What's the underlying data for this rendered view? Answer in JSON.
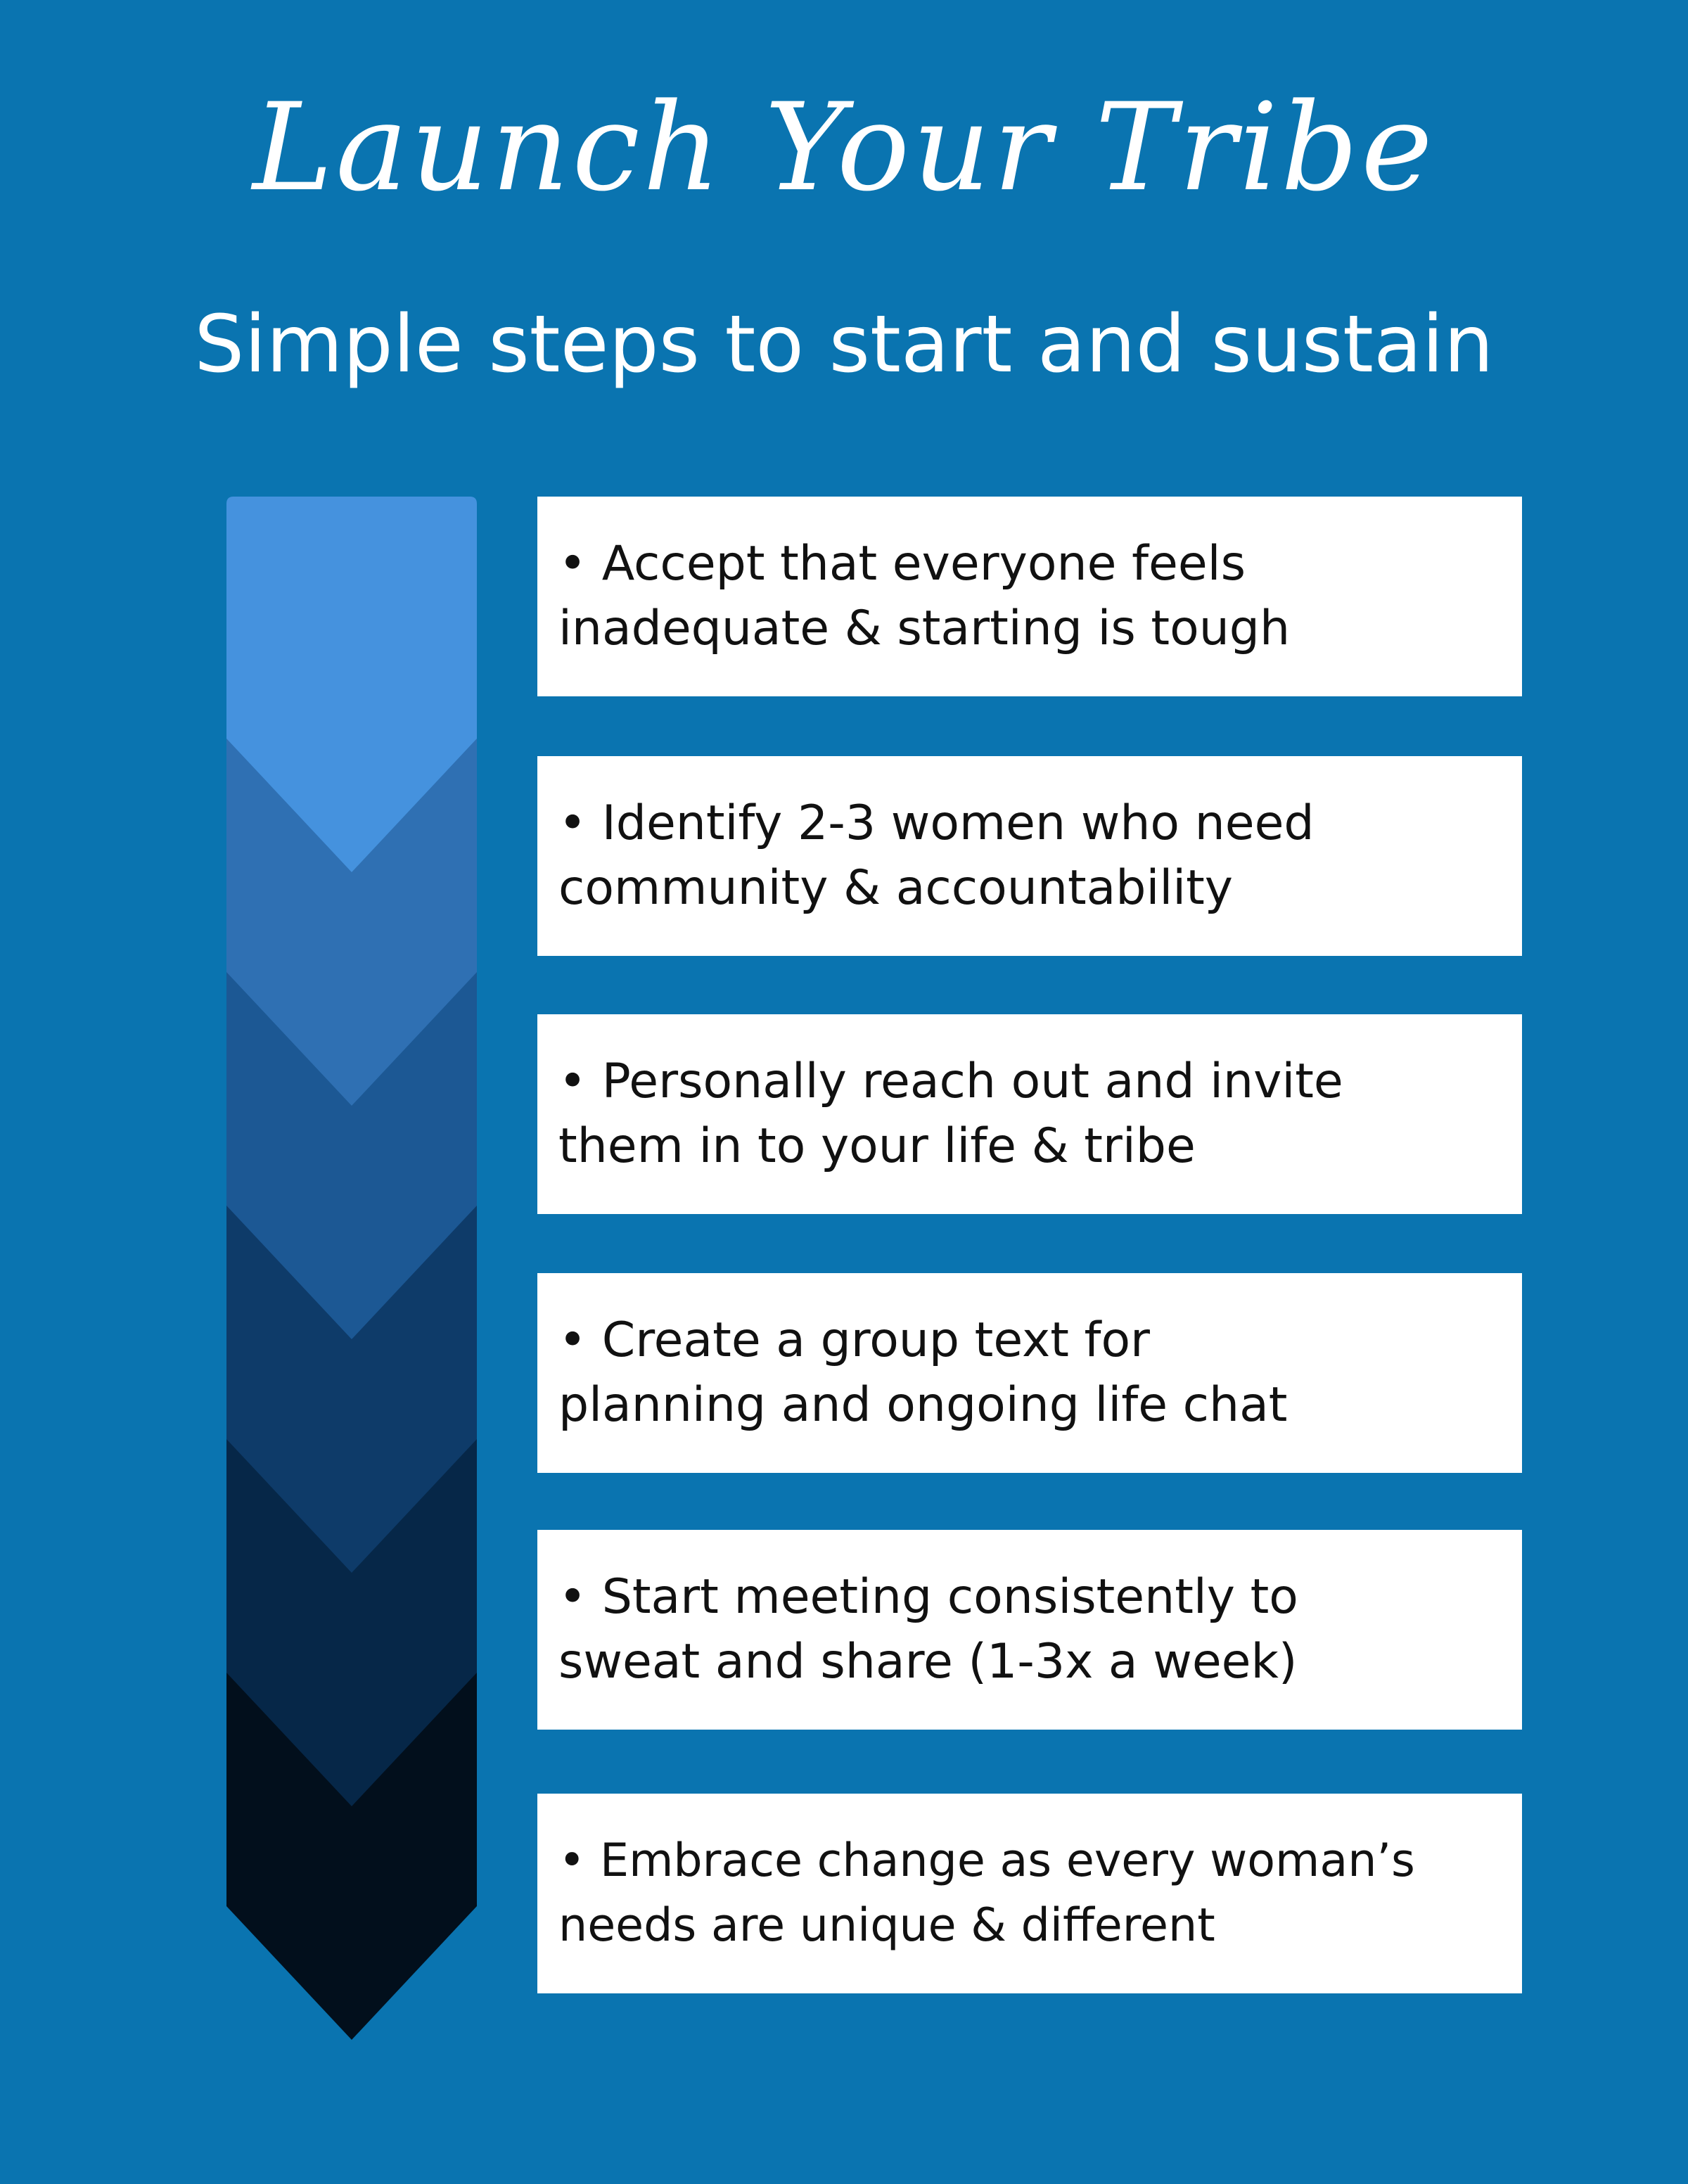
{
  "title": "Launch Your Tribe",
  "subtitle": "Simple steps to start and sustain",
  "arrow_colors": [
    "#4592de",
    "#2f70b3",
    "#1c5894",
    "#0e3b69",
    "#062748",
    "#020f1c"
  ],
  "steps": [
    {
      "text": "• Accept that everyone feels\ninadequate & starting is tough"
    },
    {
      "text": "• Identify 2-3 women who need\ncommunity & accountability"
    },
    {
      "text": "• Personally reach out and invite\nthem in to your life & tribe"
    },
    {
      "text": "• Create a group text for\nplanning and ongoing life chat"
    },
    {
      "text": "• Start meeting consistently to\nsweat and share (1-3x a week)"
    },
    {
      "text": "• Embrace change as every woman’s\nneeds are unique & different"
    }
  ]
}
